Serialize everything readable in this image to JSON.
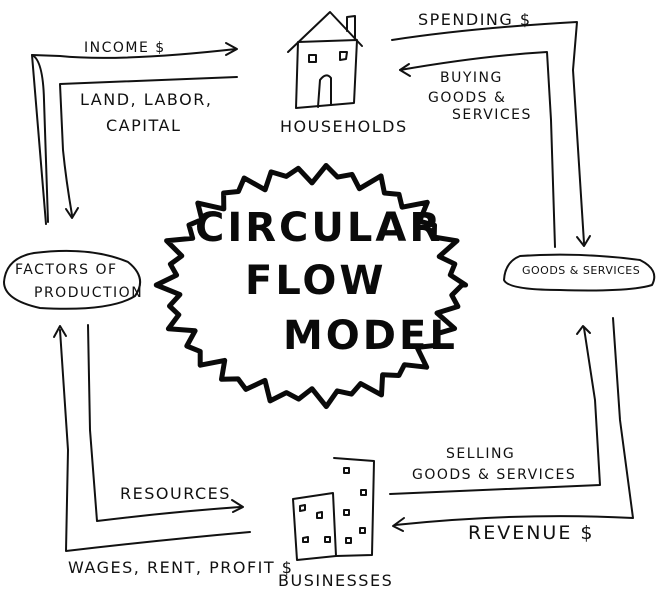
{
  "diagram": {
    "title_lines": [
      "CIRCULAR",
      "FLOW",
      "MODEL"
    ],
    "nodes": {
      "households": {
        "label": "HOUSEHOLDS",
        "icon": "house-icon"
      },
      "businesses": {
        "label": "BUSINESSES",
        "icon": "buildings-icon"
      },
      "factors_of_production": {
        "label_lines": [
          "FACTORS OF",
          "PRODUCTION"
        ]
      },
      "goods_and_services": {
        "label": "GOODS & SERVICES"
      }
    },
    "flows": {
      "income": "INCOME $",
      "land_labor_capital": [
        "LAND, LABOR,",
        "CAPITAL"
      ],
      "spending": "SPENDING $",
      "buying_goods_services": [
        "BUYING",
        "GOODS &",
        "SERVICES"
      ],
      "selling_goods_services": [
        "SELLING",
        "GOODS & SERVICES"
      ],
      "revenue": "REVENUE $",
      "resources": "RESOURCES",
      "wages_rent_profit": "WAGES, RENT, PROFIT $"
    },
    "colors": {
      "ink": "#111111",
      "background": "#ffffff"
    }
  }
}
